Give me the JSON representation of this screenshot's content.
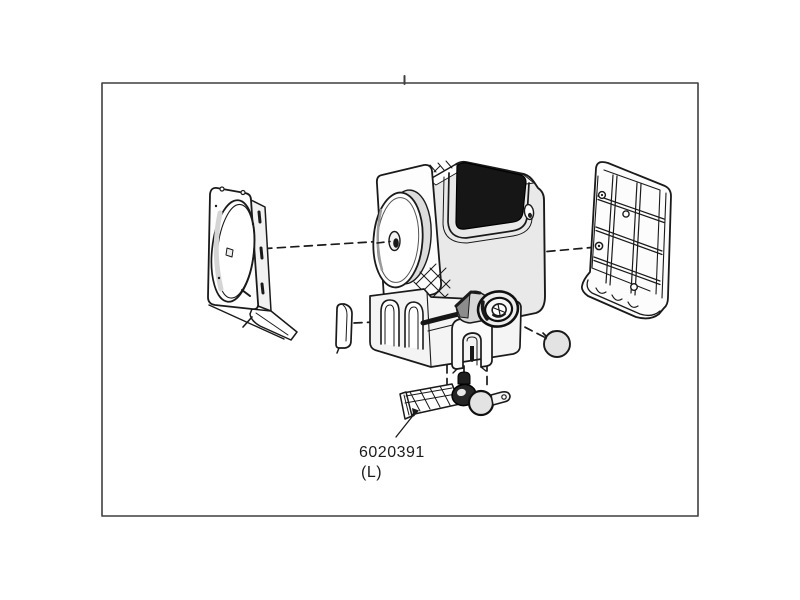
{
  "diagram": {
    "kind": "exploded-parts-diagram",
    "callout": {
      "part_number": "6020391",
      "variant": "(L)"
    },
    "colors": {
      "background": "#ffffff",
      "frame_border": "#3f3f3f",
      "line": "#1a1a1a",
      "body_fill": "#e9e9e9",
      "dark_fill": "#161616",
      "shading_gray": "#d5d5d5"
    },
    "parts": [
      {
        "name": "front-bezel-frame"
      },
      {
        "name": "main-unit-body"
      },
      {
        "name": "speaker-disc"
      },
      {
        "name": "base-chassis"
      },
      {
        "name": "lock-knob"
      },
      {
        "name": "rear-panel-frame"
      },
      {
        "name": "side-cap"
      },
      {
        "name": "round-button"
      },
      {
        "name": "mounting-bracket"
      }
    ]
  }
}
